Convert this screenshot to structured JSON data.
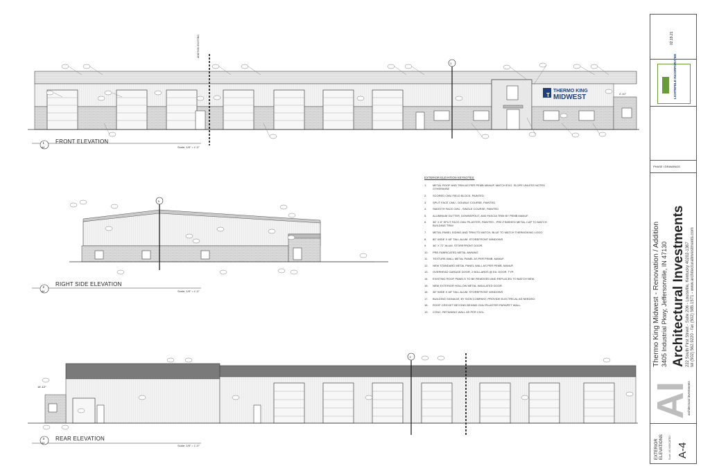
{
  "drawings": {
    "front": {
      "title": "FRONT ELEVATION",
      "num": "1",
      "sheet": "A4",
      "scale": "Scale: 1/8\" = 1'-0\""
    },
    "right": {
      "title": "RIGHT SIDE ELEVATION",
      "num": "2",
      "sheet": "A4",
      "scale": "Scale: 1/8\" = 1'-0\""
    },
    "rear": {
      "title": "REAR ELEVATION",
      "num": "3",
      "sheet": "A4",
      "scale": "Scale: 1/8\" = 1'-0\""
    }
  },
  "signage": {
    "line1": "THERMO KING",
    "line2": "MIDWEST"
  },
  "keynotes": {
    "header": "EXTERIOR ELEVATION KEYNOTES:",
    "items": [
      {
        "n": "1.",
        "t": "METAL ROOF AND TRIM AS PER PEMB MANUF. MATCH EXG. SLOPE UNLESS NOTED OTHERWISE"
      },
      {
        "n": "2.",
        "t": "SCORED CMU FIELD BLOCK, PAINTED."
      },
      {
        "n": "3.",
        "t": "SPLIT FACE CMU - DOUBLE COURSE, PAINTED."
      },
      {
        "n": "4.",
        "t": "SMOOTH FACE CMU - SINGLE COURSE, PAINTED"
      },
      {
        "n": "5.",
        "t": "ALUMINUM GUTTER, DOWNSPOUT, AND FASCIA TRIM BY PEMB MANUF."
      },
      {
        "n": "6.",
        "t": "36\" X 8\" SPLIT FACE CMU PILASTER, PAINTED - PRE-FINISHED METAL CAP TO MATCH BUILDING TRIM"
      },
      {
        "n": "7.",
        "t": "METAL PANEL SIDING AND TRIM TO MATCH, BLUE TO MATCH THERMOKING LOGO."
      },
      {
        "n": "8.",
        "t": "80\" WIDE X 48\" TALL ALUM. STOREFRONT WINDOWS"
      },
      {
        "n": "9.",
        "t": "36\" X 72\" ALUM. STOREFRONT DOOR."
      },
      {
        "n": "10.",
        "t": "PRE-FABRICATED METAL AWNING"
      },
      {
        "n": "11.",
        "t": "TEXTURE-WALL METAL PANEL AS PER PEMB. MANUF."
      },
      {
        "n": "12.",
        "t": "NEW STANDARD METAL PANEL WALL AS PER PEMB. MANUF."
      },
      {
        "n": "13.",
        "t": "OVERHEAD GARAGE DOOR, 2 BOLLARDS @ EA. DOOR, TYP."
      },
      {
        "n": "14.",
        "t": "EXISTING ROOF PANELS TO BE REMOVED AND REPLACED TO MATCH NEW."
      },
      {
        "n": "15.",
        "t": "NEW EXTERIOR HOLLOW METAL INSULATED DOOR."
      },
      {
        "n": "16.",
        "t": "36\" WIDE X 48\" TALL ALUM. STOREFRONT WINDOWS"
      },
      {
        "n": "17.",
        "t": "BUILDING SIGNAGE, BY SIGN COMPANY. PROVIDE ELECTRICAL AS NEEDED."
      },
      {
        "n": "18.",
        "t": "ROOF CRICKET BEYOND BEHIND CMU PILASTER PARAPET WALL."
      },
      {
        "n": "19.",
        "t": "CONC. RETAINING WALL AS PER CIVIL."
      }
    ]
  },
  "title_block": {
    "date": "02.19.21",
    "logo_text": "LICHTEFELD INCORPORATED",
    "phase": "PHASE I DRAWINGS",
    "project_title": "Thermo King Midwest - Renovation / Addition",
    "project_address": "3405 Industrial Pkwy, Jeffersonville, IN 47130",
    "firm_name": "Architectural Investments",
    "firm_address": "222 South First Street  -  Suite 206  -  Louisville, Kentucky  40202-1367",
    "firm_contact": "tel (502) 562.9220  -  fax (502) 585.1571  -  www.architecturalinvestments.com",
    "firm_mark": "AI",
    "firm_mark_sub": "architectural investments",
    "sheet_title": "EXTERIOR ELEVATIONS",
    "sheet_scale": "Scale: AS INDICATED",
    "sheet_number": "A-4"
  },
  "annotations": {
    "addition_existing": "ADDITION EXISTING",
    "dim_front": "4'-10\"",
    "dim_rear": "14'-12\""
  },
  "colors": {
    "line": "#444444",
    "block": "#d9d9d9",
    "roof_dark": "#777777",
    "panel": "#eeeeee",
    "logo_blue": "#1f3f7a",
    "logo_green": "#6a9b3a"
  }
}
